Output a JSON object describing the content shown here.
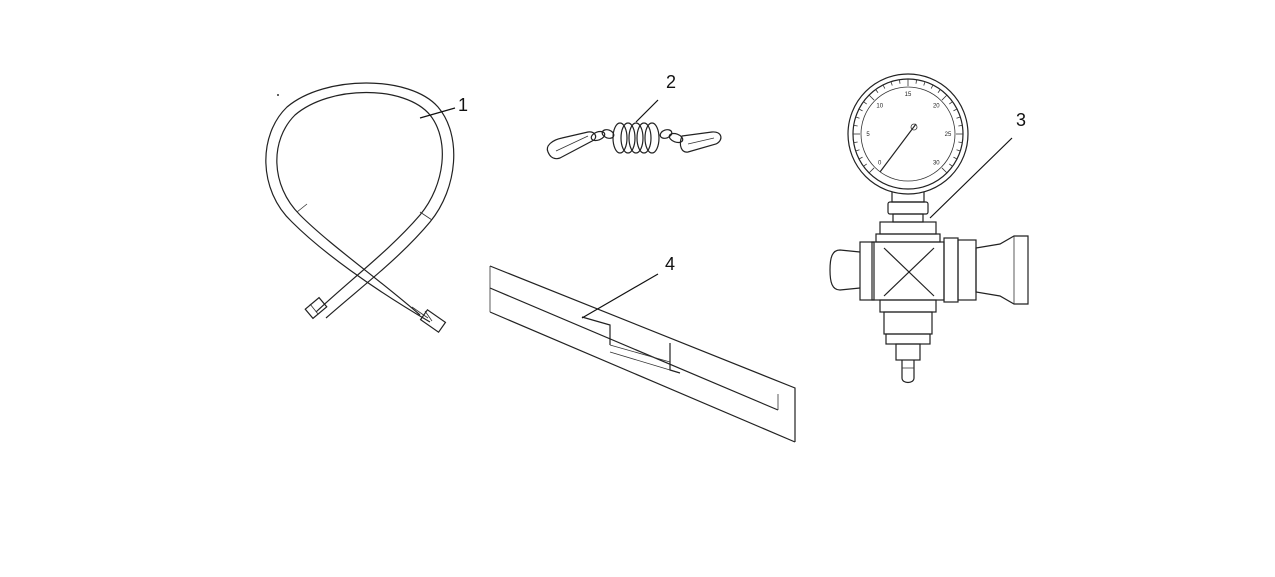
{
  "callouts": [
    {
      "label": "1",
      "part": "hose"
    },
    {
      "label": "2",
      "part": "lanyard"
    },
    {
      "label": "3",
      "part": "pressure gauge fitting"
    },
    {
      "label": "4",
      "part": "channel strip"
    }
  ],
  "gauge": {
    "scale_labels": [
      "0",
      "5",
      "10",
      "15",
      "20",
      "25",
      "30"
    ]
  }
}
